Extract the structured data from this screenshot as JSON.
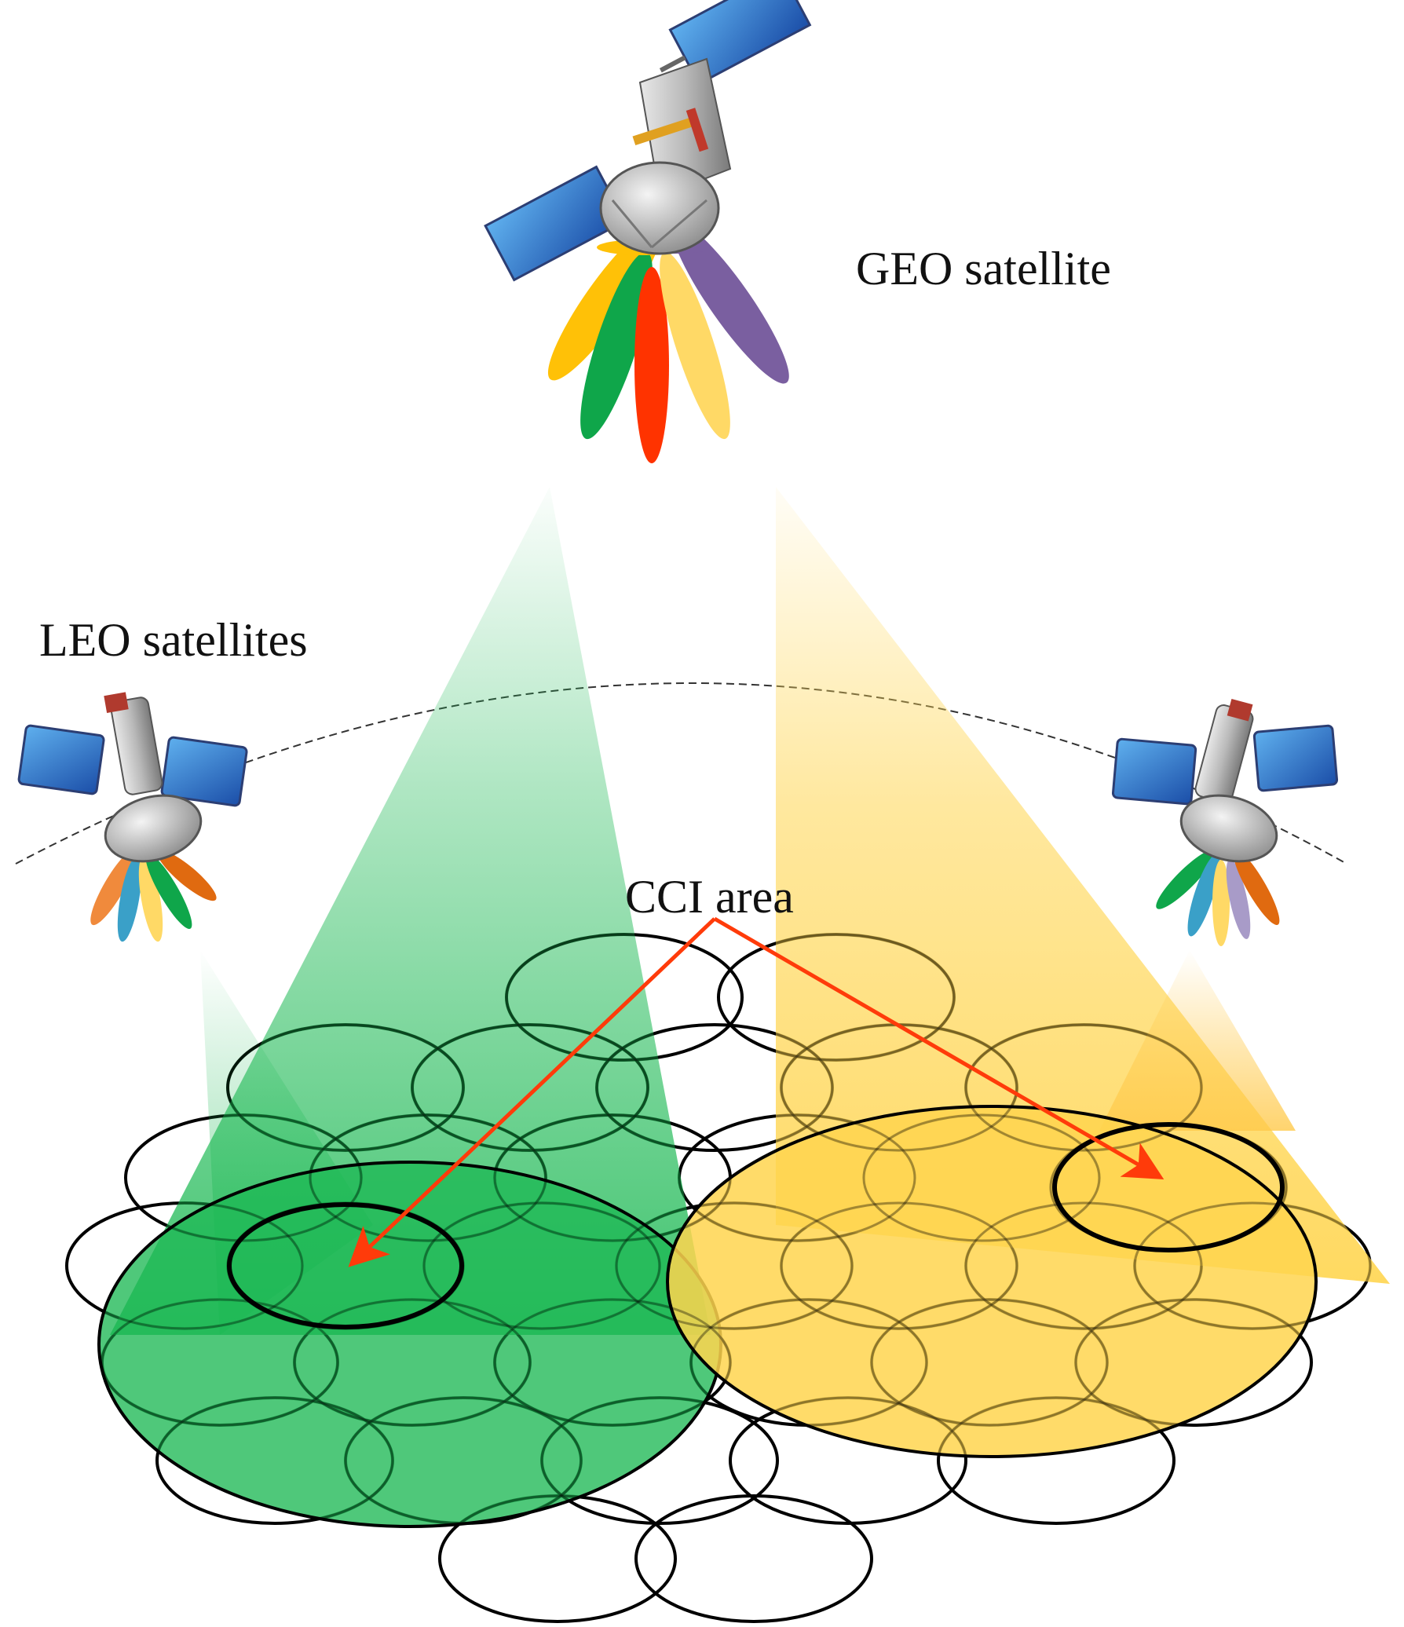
{
  "labels": {
    "geo": "GEO satellite",
    "leo": "LEO satellites",
    "cci": "CCI area"
  },
  "colors": {
    "green_beam": "#1db954",
    "yellow_beam": "#ffd54f",
    "arrow": "#ff3b0a",
    "cell_outline": "#000000",
    "lobe_yellow": "#ffc107",
    "lobe_green": "#0fa64a",
    "lobe_red": "#ff3300",
    "lobe_light_yellow": "#ffd966",
    "lobe_purple": "#7a5fa0",
    "lobe_orange": "#f08a3c",
    "lobe_blue": "#3aa0c8"
  },
  "icons": [
    "geo-satellite-icon",
    "leo-satellite-left-icon",
    "leo-satellite-right-icon"
  ]
}
